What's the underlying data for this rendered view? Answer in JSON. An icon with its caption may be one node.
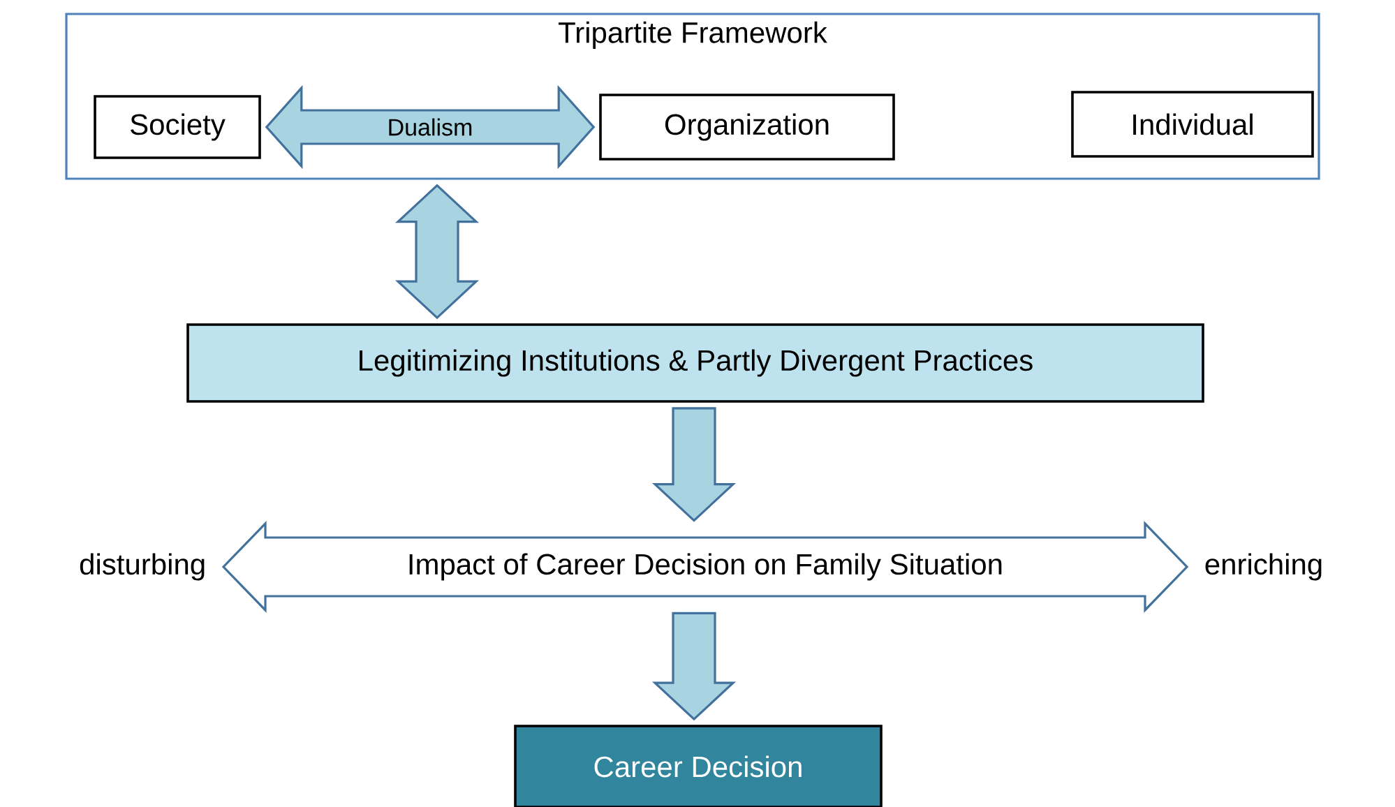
{
  "diagram": {
    "nodes": [
      {
        "text": [
          "Tripartite Framework"
        ]
      },
      {
        "text": [
          "Society"
        ],
        "in": 0
      },
      {
        "text": [
          "Organization"
        ],
        "in": 0
      },
      {
        "text": [
          "Individual"
        ],
        "in": 0
      },
      {
        "text": [
          "Legitimizing Institutions & Partly Divergent Practices"
        ]
      },
      {
        "text": [
          "Impact of Career Decision on Family Situation"
        ],
        "beside": [
          "disturbing",
          "enriching"
        ]
      },
      {
        "text": [
          "Career Decision"
        ]
      }
    ],
    "edges": [
      {
        "from": 1,
        "to": 2,
        "arrow": "both",
        "label": "Dualism"
      },
      {
        "from": 0,
        "to": 4,
        "arrow": "both"
      },
      {
        "from": 4,
        "to": 5,
        "arrow": "to"
      },
      {
        "from": 5,
        "to": 6,
        "arrow": "to"
      }
    ]
  }
}
